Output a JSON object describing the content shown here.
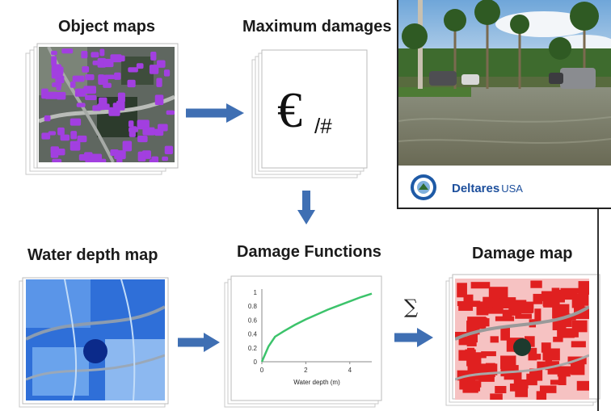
{
  "labels": {
    "object_maps": "Object maps",
    "maximum_damages": "Maximum damages",
    "max_damage_unit": "€",
    "max_damage_per": "/#",
    "water_depth_map": "Water depth map",
    "damage_functions": "Damage Functions",
    "damage_map": "Damage map",
    "sum_symbol": "∑"
  },
  "brand": {
    "name": "Deltares",
    "suffix": "USA"
  },
  "chart_data": {
    "type": "line",
    "xlabel": "Water depth (m)",
    "ylabel": "",
    "xlim": [
      0,
      5
    ],
    "ylim": [
      0,
      1
    ],
    "x_ticks": [
      "0",
      "2",
      "4"
    ],
    "y_ticks": [
      "0",
      "0.2",
      "0.4",
      "0.6",
      "0.8",
      "1"
    ],
    "series": [
      {
        "color": "#3cc36b",
        "x": [
          0,
          0.3,
          0.6,
          1.0,
          1.5,
          2.0,
          2.5,
          3.0,
          3.5,
          4.0,
          4.5,
          5.0
        ],
        "y": [
          0,
          0.22,
          0.36,
          0.44,
          0.53,
          0.61,
          0.68,
          0.75,
          0.81,
          0.87,
          0.93,
          0.98
        ]
      }
    ]
  },
  "colors": {
    "arrow": "#3f6fb3",
    "object_highlight": "#a23fe0",
    "damage_red": "#e02020",
    "water_blue": "#2f6fd8"
  }
}
